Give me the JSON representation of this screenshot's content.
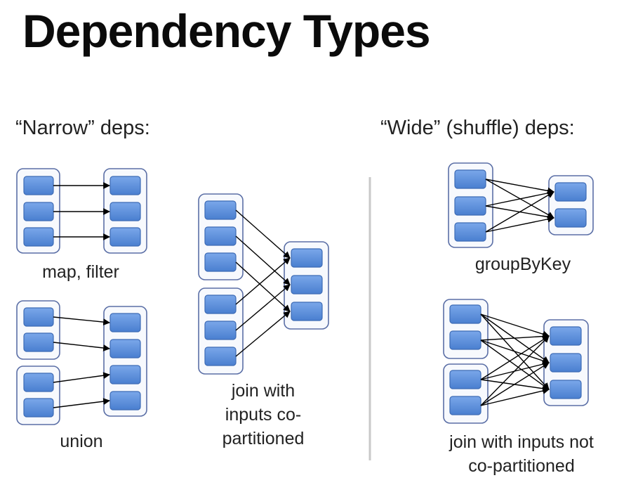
{
  "title": "Dependency Types",
  "narrow": {
    "heading": "“Narrow” deps:",
    "map_filter_label": "map, filter",
    "union_label": "union",
    "join_copartitioned_lines": [
      "join with",
      "inputs co-",
      "partitioned"
    ]
  },
  "wide": {
    "heading": "“Wide” (shuffle) deps:",
    "groupbykey_label": "groupByKey",
    "join_not_copartitioned_lines": [
      "join with inputs not",
      "co-partitioned"
    ]
  },
  "colors": {
    "partition_fill": "#5b8fdc",
    "partition_border": "#3d6bb5",
    "rdd_border": "#5b6fa6"
  }
}
